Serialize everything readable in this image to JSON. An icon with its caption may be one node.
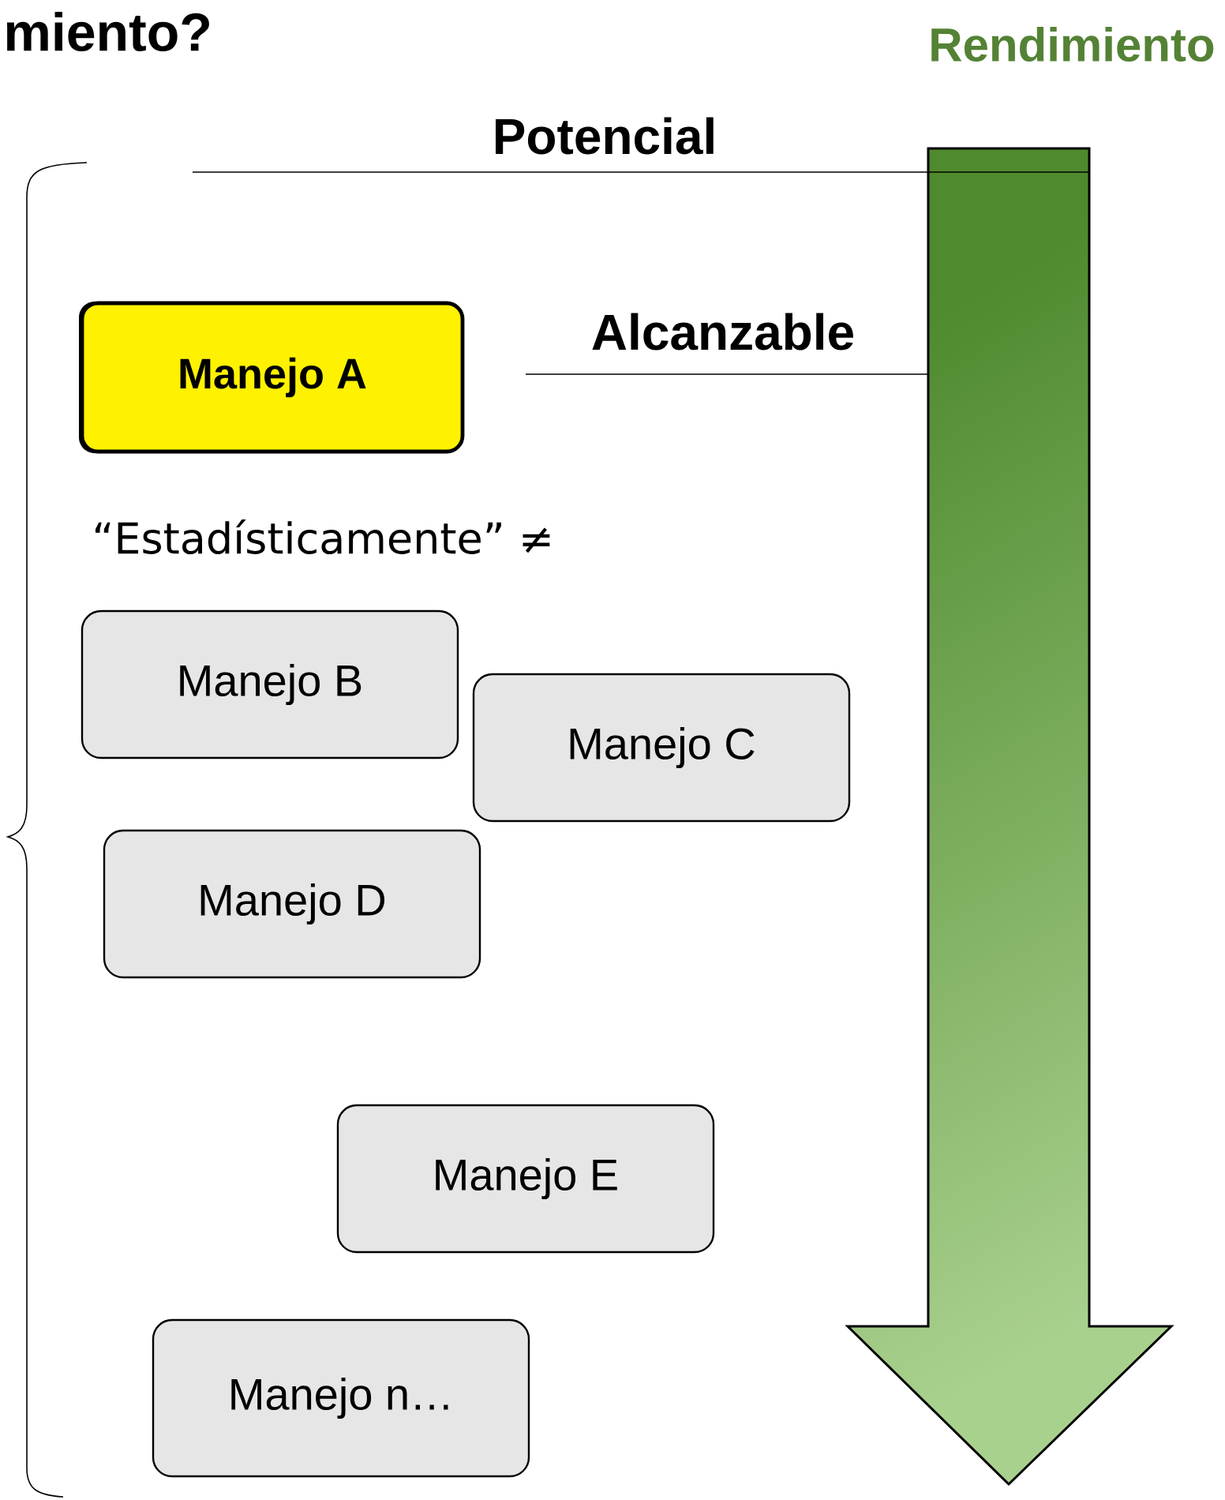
{
  "diagram": {
    "nodes": [
      {
        "text": [
          "Manejo A"
        ]
      },
      {
        "text": [
          "Manejo B"
        ]
      },
      {
        "text": [
          "Manejo C"
        ]
      },
      {
        "text": [
          "Manejo D"
        ]
      },
      {
        "text": [
          "Manejo E"
        ]
      },
      {
        "text": [
          "Manejo n…"
        ]
      }
    ],
    "labels": [
      "miento?",
      "Rendimiento",
      "Potencial",
      "Alcanzable",
      "“Estadísticamente” ≠"
    ]
  }
}
